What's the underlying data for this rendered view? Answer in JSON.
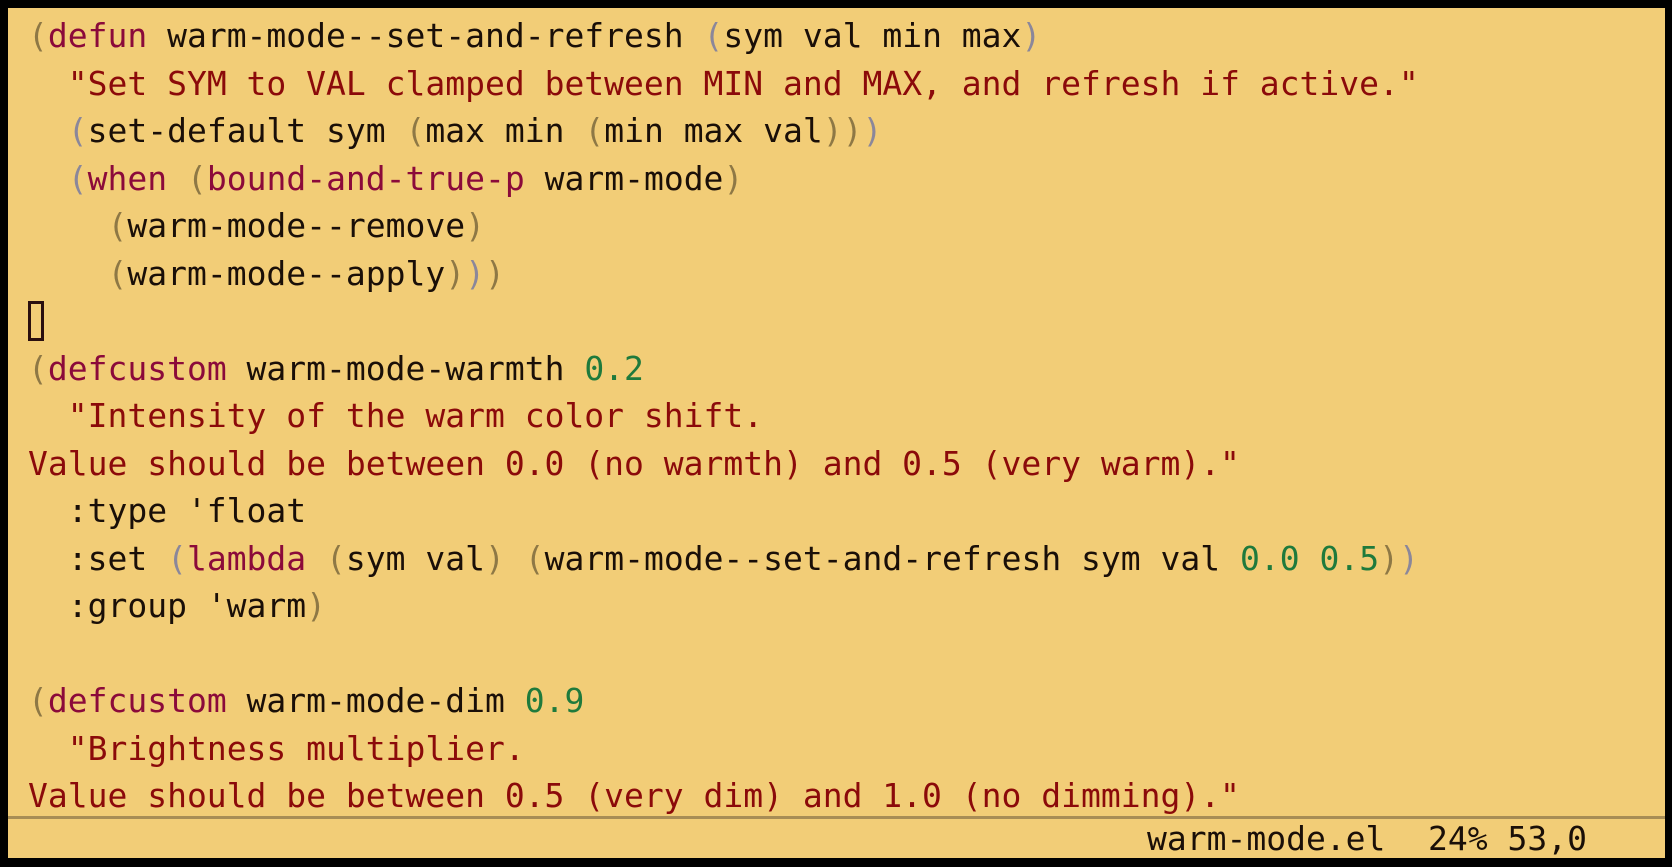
{
  "buffer": {
    "lines": [
      [
        {
          "t": "(",
          "c": "p1"
        },
        {
          "t": "defun",
          "c": "kw"
        },
        {
          "t": " warm-mode--set-and-refresh ",
          "c": ""
        },
        {
          "t": "(",
          "c": "p2"
        },
        {
          "t": "sym val min max",
          "c": ""
        },
        {
          "t": ")",
          "c": "p2"
        }
      ],
      [
        {
          "t": "  ",
          "c": ""
        },
        {
          "t": "\"Set SYM to VAL clamped between MIN and MAX, and refresh if active.\"",
          "c": "str"
        }
      ],
      [
        {
          "t": "  ",
          "c": ""
        },
        {
          "t": "(",
          "c": "p2"
        },
        {
          "t": "set-default sym ",
          "c": ""
        },
        {
          "t": "(",
          "c": "p1"
        },
        {
          "t": "max min ",
          "c": ""
        },
        {
          "t": "(",
          "c": "p1"
        },
        {
          "t": "min max val",
          "c": ""
        },
        {
          "t": ")",
          "c": "p1"
        },
        {
          "t": ")",
          "c": "p1"
        },
        {
          "t": ")",
          "c": "p2"
        }
      ],
      [
        {
          "t": "  ",
          "c": ""
        },
        {
          "t": "(",
          "c": "p2"
        },
        {
          "t": "when",
          "c": "kw"
        },
        {
          "t": " ",
          "c": ""
        },
        {
          "t": "(",
          "c": "p1"
        },
        {
          "t": "bound-and-true-p",
          "c": "kw"
        },
        {
          "t": " warm-mode",
          "c": ""
        },
        {
          "t": ")",
          "c": "p1"
        }
      ],
      [
        {
          "t": "    ",
          "c": ""
        },
        {
          "t": "(",
          "c": "p1"
        },
        {
          "t": "warm-mode--remove",
          "c": ""
        },
        {
          "t": ")",
          "c": "p1"
        }
      ],
      [
        {
          "t": "    ",
          "c": ""
        },
        {
          "t": "(",
          "c": "p1"
        },
        {
          "t": "warm-mode--apply",
          "c": ""
        },
        {
          "t": ")",
          "c": "p1"
        },
        {
          "t": ")",
          "c": "p2"
        },
        {
          "t": ")",
          "c": "p1"
        }
      ],
      [
        {
          "t": "",
          "c": "cursor"
        }
      ],
      [
        {
          "t": "(",
          "c": "p1"
        },
        {
          "t": "defcustom",
          "c": "kw"
        },
        {
          "t": " warm-mode-warmth ",
          "c": ""
        },
        {
          "t": "0.2",
          "c": "num"
        }
      ],
      [
        {
          "t": "  ",
          "c": ""
        },
        {
          "t": "\"Intensity of the warm color shift.",
          "c": "str"
        }
      ],
      [
        {
          "t": "Value should be between 0.0 (no warmth) and 0.5 (very warm).\"",
          "c": "str"
        }
      ],
      [
        {
          "t": "  :type 'float",
          "c": ""
        }
      ],
      [
        {
          "t": "  :set ",
          "c": ""
        },
        {
          "t": "(",
          "c": "p2"
        },
        {
          "t": "lambda",
          "c": "kw"
        },
        {
          "t": " ",
          "c": ""
        },
        {
          "t": "(",
          "c": "p1"
        },
        {
          "t": "sym val",
          "c": ""
        },
        {
          "t": ")",
          "c": "p1"
        },
        {
          "t": " ",
          "c": ""
        },
        {
          "t": "(",
          "c": "p1"
        },
        {
          "t": "warm-mode--set-and-refresh sym val ",
          "c": ""
        },
        {
          "t": "0.0",
          "c": "num"
        },
        {
          "t": " ",
          "c": ""
        },
        {
          "t": "0.5",
          "c": "num"
        },
        {
          "t": ")",
          "c": "p1"
        },
        {
          "t": ")",
          "c": "p2"
        }
      ],
      [
        {
          "t": "  :group 'warm",
          "c": ""
        },
        {
          "t": ")",
          "c": "p1"
        }
      ],
      [],
      [
        {
          "t": "(",
          "c": "p1"
        },
        {
          "t": "defcustom",
          "c": "kw"
        },
        {
          "t": " warm-mode-dim ",
          "c": ""
        },
        {
          "t": "0.9",
          "c": "num"
        }
      ],
      [
        {
          "t": "  ",
          "c": ""
        },
        {
          "t": "\"Brightness multiplier.",
          "c": "str"
        }
      ],
      [
        {
          "t": "Value should be between 0.5 (very dim) and 1.0 (no dimming).\"",
          "c": "str"
        }
      ]
    ]
  },
  "modeline": {
    "filename": "warm-mode.el",
    "position": "24% 53,0"
  },
  "colors": {
    "background": "#f2cd77",
    "keyword": "#8b0a3a",
    "string": "#8b0a0a",
    "number": "#1f7a3c",
    "paren_depth1": "#8e7845",
    "paren_depth2": "#8b879a",
    "text": "#1a0f08"
  }
}
